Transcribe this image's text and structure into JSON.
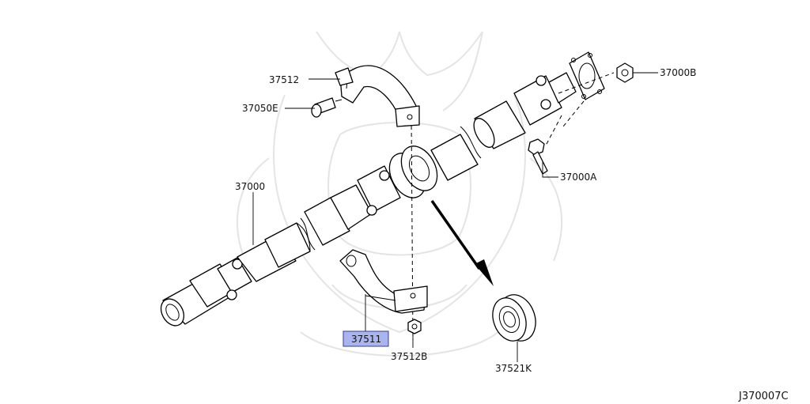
{
  "callouts": [
    {
      "id": "37512",
      "label": "37512",
      "highlighted": false
    },
    {
      "id": "37050E",
      "label": "37050E",
      "highlighted": false
    },
    {
      "id": "37000",
      "label": "37000",
      "highlighted": false
    },
    {
      "id": "37000B",
      "label": "37000B",
      "highlighted": false
    },
    {
      "id": "37000A",
      "label": "37000A",
      "highlighted": false
    },
    {
      "id": "37511",
      "label": "37511",
      "highlighted": true
    },
    {
      "id": "37512B",
      "label": "37512B",
      "highlighted": false
    },
    {
      "id": "37521K",
      "label": "37521K",
      "highlighted": false
    }
  ],
  "diagram_code": "J370007C",
  "colors": {
    "highlight_fill": "#aab4ee",
    "highlight_stroke": "#3a3f8a",
    "line": "#000000",
    "watermark": "#e4e4e4"
  }
}
